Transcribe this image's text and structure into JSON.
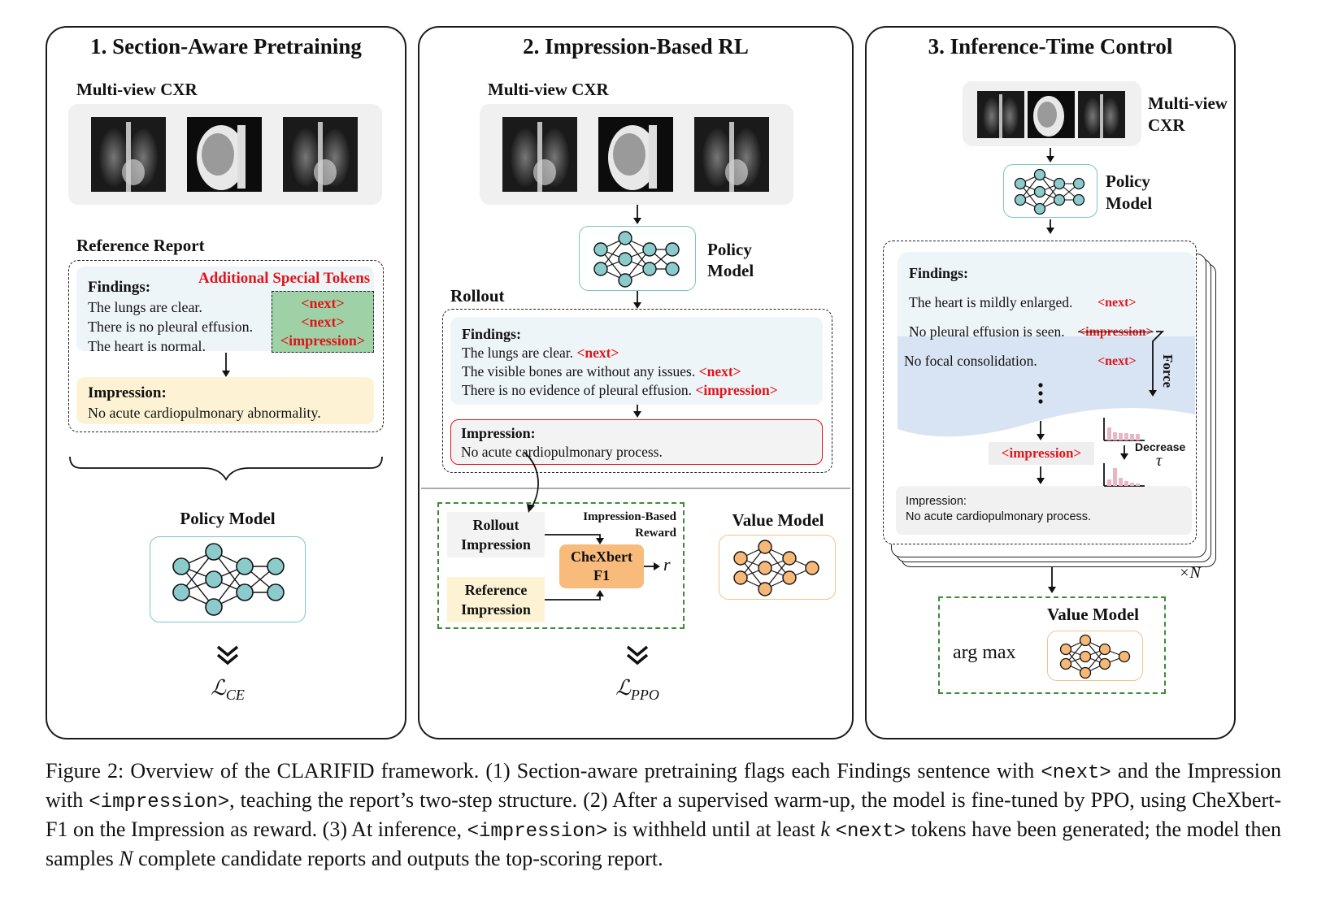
{
  "panels": {
    "p1": {
      "title": "1. Section-Aware Pretraining",
      "input_label": "Multi-view CXR",
      "report_label": "Reference Report",
      "findings_label": "Findings:",
      "special_tokens_label": "Additional Special Tokens",
      "findings_lines": [
        "The lungs are clear.",
        "There is no pleural effusion.",
        "The heart is normal."
      ],
      "tokens": [
        "<next>",
        "<next>",
        "<impression>"
      ],
      "impression_label": "Impression:",
      "impression_text": "No acute cardiopulmonary abnormality.",
      "model_label": "Policy Model",
      "loss": "ℒ",
      "loss_sub": "CE"
    },
    "p2": {
      "title": "2. Impression-Based RL",
      "input_label": "Multi-view CXR",
      "model_label_1": "Policy",
      "model_label_2": "Model",
      "rollout_label": "Rollout",
      "findings_label": "Findings:",
      "findings_lines": [
        {
          "text": "The lungs are clear. ",
          "token": "<next>"
        },
        {
          "text": "The visible bones are without any issues. ",
          "token": "<next>"
        },
        {
          "text": "There is no evidence of pleural effusion. ",
          "token": "<impression>"
        }
      ],
      "impression_label": "Impression:",
      "impression_text": "No acute cardiopulmonary process.",
      "rollout_impression": "Rollout Impression",
      "reference_impression": "Reference Impression",
      "reward_label_1": "Impression-Based",
      "reward_label_2": "Reward",
      "chexbert_1": "CheXbert",
      "chexbert_2": "F1",
      "reward_symbol": "r",
      "value_model_label": "Value Model",
      "loss": "ℒ",
      "loss_sub": "PPO"
    },
    "p3": {
      "title": "3. Inference-Time Control",
      "input_label_1": "Multi-view",
      "input_label_2": "CXR",
      "model_label_1": "Policy",
      "model_label_2": "Model",
      "findings_label": "Findings:",
      "line1": "The heart is mildly enlarged.",
      "line2": "No pleural effusion is seen.",
      "line3": "No focal consolidation.",
      "token_next": "<next>",
      "token_impression": "<impression>",
      "force_label": "Force",
      "decrease_label": "Decrease",
      "tau": "τ",
      "impression_label": "Impression:",
      "impression_text": "No acute cardiopulmonary process.",
      "times_n": "×N",
      "value_model_label": "Value Model",
      "argmax": "arg max"
    }
  },
  "caption": {
    "s1": "Figure 2: Overview of the CLARIFID framework. (1) Section-aware pretraining flags each Findings sentence with ",
    "t_next": "<next>",
    "s2": " and the Impression with ",
    "t_impression": "<impression>",
    "s3": ", teaching the report’s two-step structure. (2) After a supervised warm-up, the model is fine-tuned by PPO, using CheXbert-F1 on the Impression as reward. (3) At inference, ",
    "s4": " is withheld until at least ",
    "k": "k",
    "s5": " tokens have been generated; the model then samples ",
    "n": "N",
    "s6": " complete candidate reports and outputs the top-scoring report."
  },
  "colors": {
    "special_token": "#e0151b",
    "findings_bg": "#eef5f9",
    "impression_bg": "#fdf3d4",
    "policy_node": "#8ccbcc",
    "value_node": "#f6b877",
    "chexbert_bg": "#f8bb7b",
    "token_box_bg": "#9fd1a6"
  }
}
